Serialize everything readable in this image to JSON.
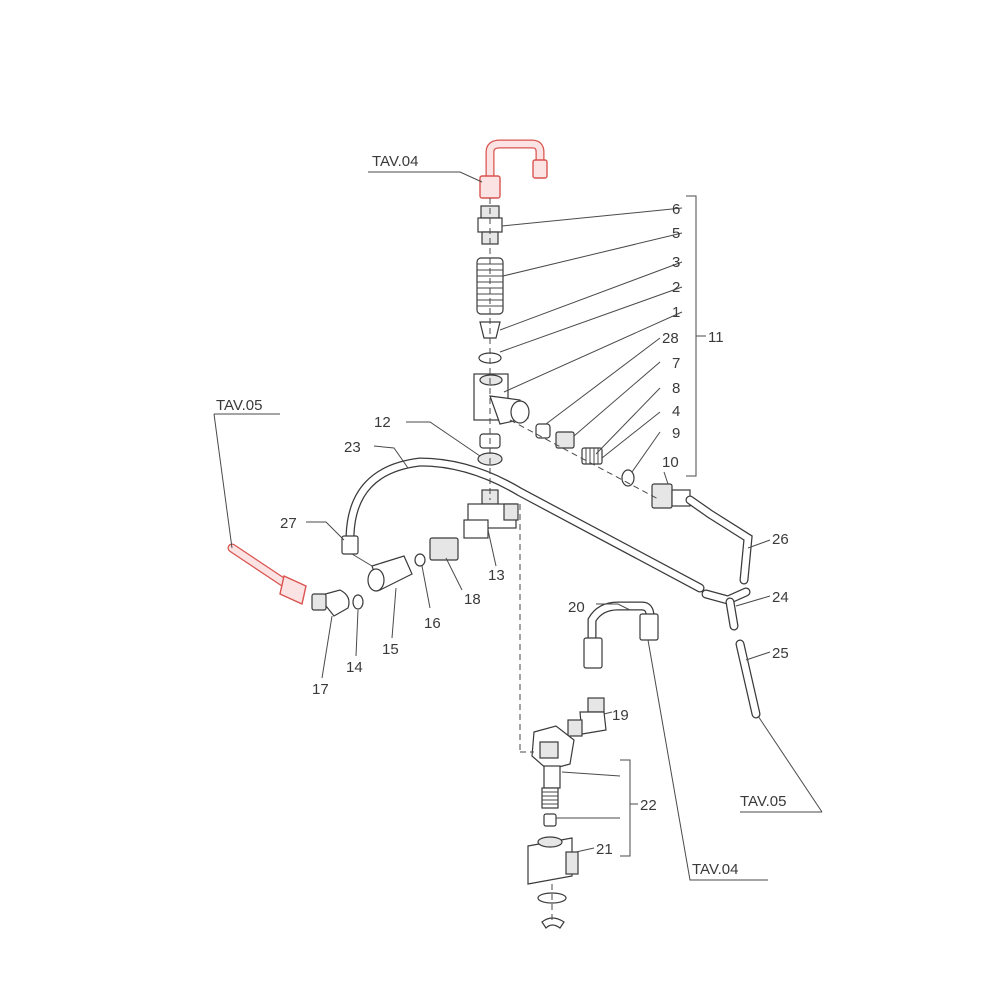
{
  "diagram": {
    "refs": {
      "tav04_top": "TAV.04",
      "tav05_left": "TAV.05",
      "tav05_right": "TAV.05",
      "tav04_bottom": "TAV.04"
    },
    "labels": {
      "p1": "1",
      "p2": "2",
      "p3": "3",
      "p4": "4",
      "p5": "5",
      "p6": "6",
      "p7": "7",
      "p8": "8",
      "p9": "9",
      "p10": "10",
      "p11": "11",
      "p12": "12",
      "p13": "13",
      "p14": "14",
      "p15": "15",
      "p16": "16",
      "p17": "17",
      "p18": "18",
      "p19": "19",
      "p20": "20",
      "p21": "21",
      "p22": "22",
      "p23": "23",
      "p24": "24",
      "p25": "25",
      "p26": "26",
      "p27": "27",
      "p28": "28"
    },
    "colors": {
      "highlight": "#d9534f",
      "line": "#3a3a3a"
    }
  }
}
